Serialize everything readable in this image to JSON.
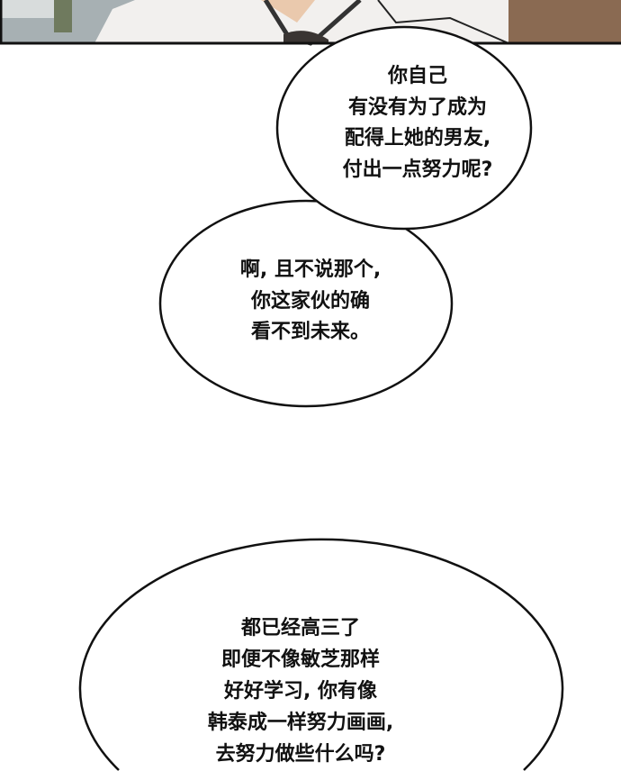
{
  "colors": {
    "panel_bg_left": "#a7b0b3",
    "shirt": "#f2f0ee",
    "wall_right": "#8a6a52",
    "outline": "#111111"
  },
  "bubbles": [
    {
      "lines": [
        "你自己",
        "有没有为了成为",
        "配得上她的男友,",
        "付出一点努力呢?"
      ]
    },
    {
      "lines": [
        "啊, 且不说那个,",
        "你这家伙的确",
        "看不到未来。"
      ]
    },
    {
      "lines": [
        "都已经高三了",
        "即便不像敏芝那样",
        "好好学习, 你有像",
        "韩泰成一样努力画画,",
        "去努力做些什么吗?"
      ]
    }
  ]
}
